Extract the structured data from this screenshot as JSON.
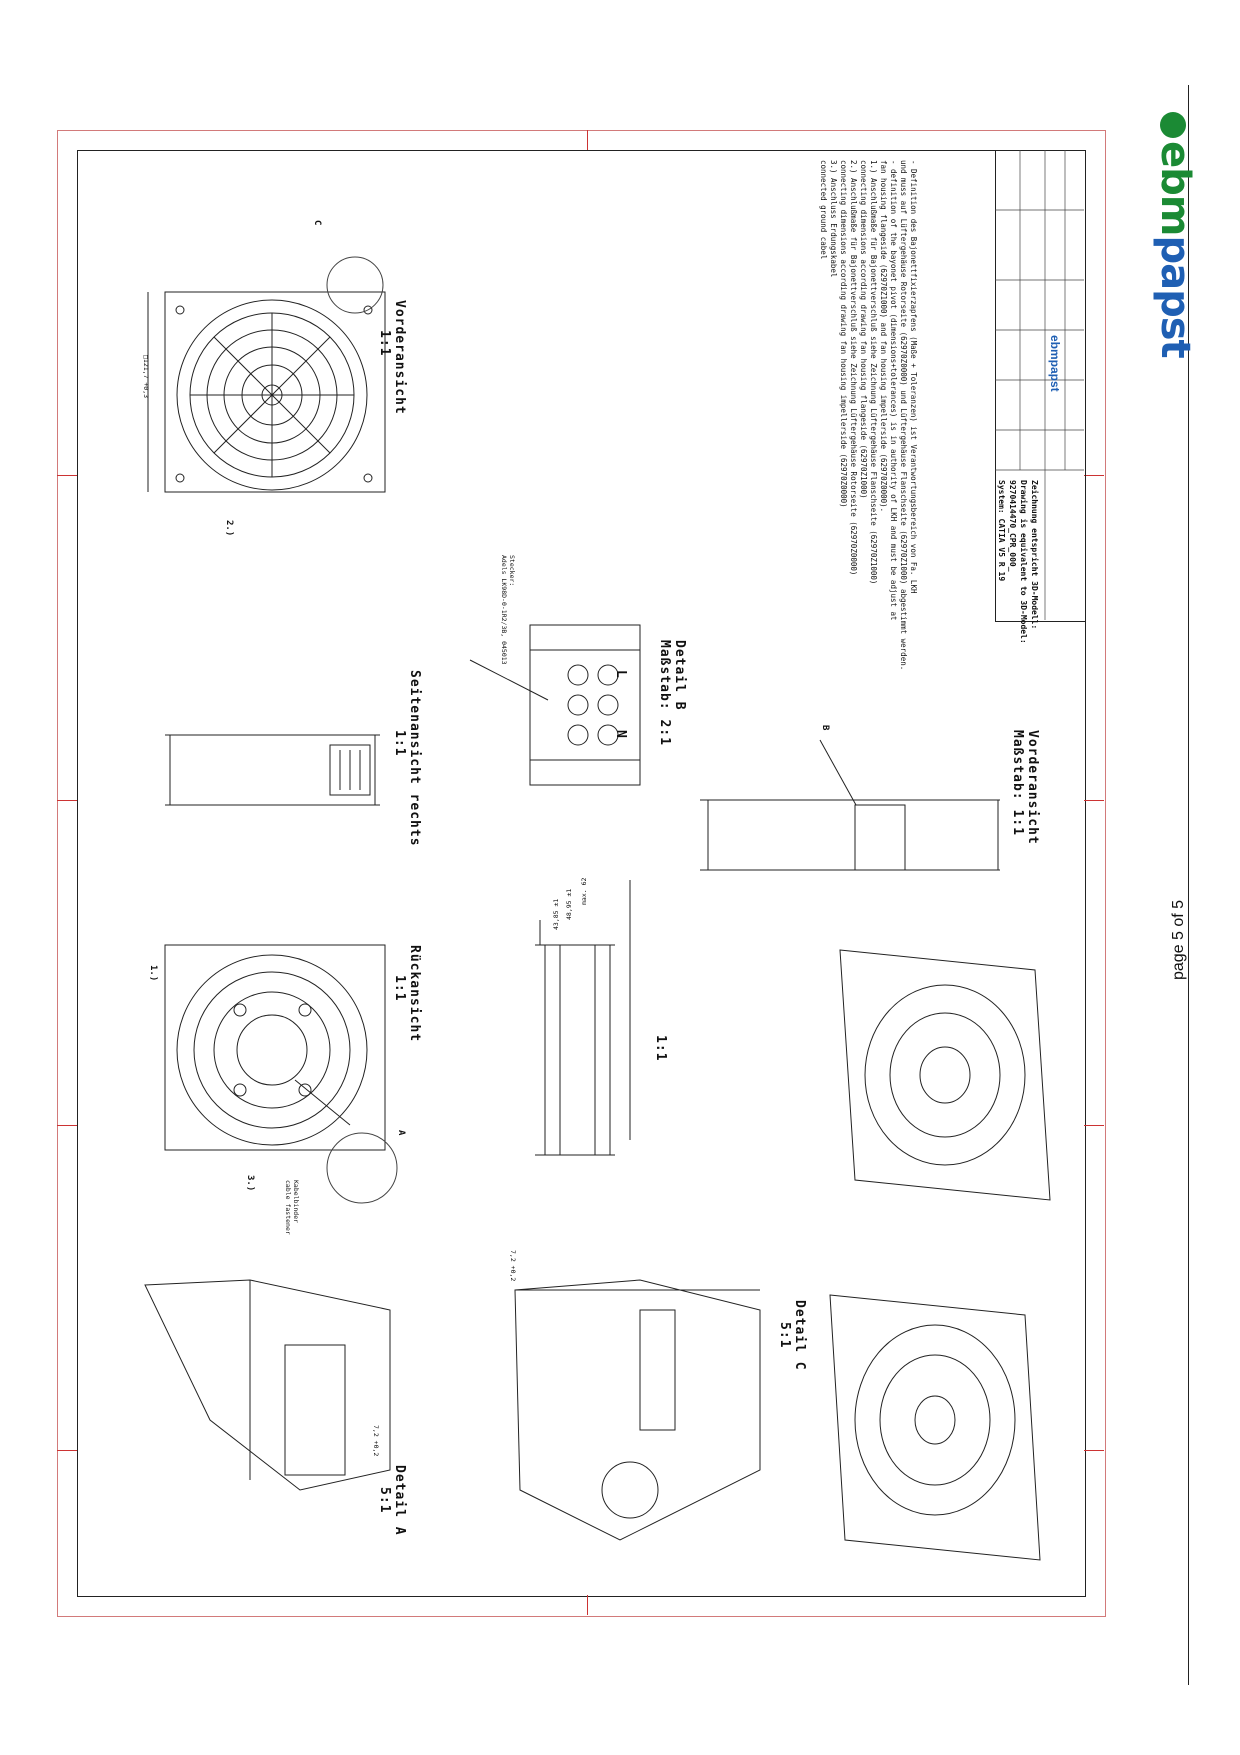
{
  "brand": {
    "logo_text_1": "ebm",
    "logo_text_2": "papst",
    "primary": "#1f5fb3",
    "accent": "#1b8a34"
  },
  "page": {
    "page_label": "page 5 of 5"
  },
  "views": {
    "front_view": "Vorderansicht",
    "front_scale": "1:1",
    "side_view": "Seitenansicht rechts",
    "side_scale": "1:1",
    "rear_view": "Rückansicht",
    "rear_scale": "1:1",
    "section_scale": "1:1",
    "front_view2": "Vorderansicht",
    "front_scale2": "Maßstab: 1:1",
    "detail_a": "Detail A",
    "detail_a_scale": "5:1",
    "detail_b": "Detail B",
    "detail_b_scale": "Maßstab: 2:1",
    "detail_c": "Detail C",
    "detail_c_scale": "5:1"
  },
  "callouts": {
    "c": "C",
    "a": "A",
    "b": "B",
    "n2": "2.)",
    "n1": "1.)",
    "n3": "3.)",
    "cable_binder_1": "Kabelbinder",
    "cable_binder_2": "cable fastener",
    "plug_1": "Stecker:",
    "plug_2": "Adels LK98D-0-1R2/3B, 045013",
    "terminal_l": "L",
    "terminal_n": "N"
  },
  "dimensions": {
    "d1": "□121,7 +0,3",
    "d2": "max. 62",
    "d3": "48,95 ±1",
    "d4": "43,85 ±1",
    "d5": "7,2 +0,2",
    "d6": "7,2 +0,2"
  },
  "notes": [
    "- Definition des Bajonettfixierzapfens (Maße + Toleranzen) ist Verantwortungsbereich von Fa. LKH",
    "  und muss auf Lüftergehäuse Rotorseite (62970Z0000) und Lüftergehäuse Flanschseite (62970Z1000) abgestimmt werden.",
    "- definition of the bayonet pivot (dimensions+tolerances) is in authority of LKH and must be adjust at",
    "  fan housing flangeside (62970Z1000) and fan housing impellerside (62970Z0000).",
    "",
    "1.) Anschlußmaße für Bajonettverschluß siehe Zeichnung Lüftergehäuse Flanschseite (62970Z1000)",
    "    connecting dimensions according drawing fan housing flangeside (62970Z1000)",
    "2.) Anschlußmaße für Bajonettverschluß siehe Zeichnung Lüftergehäuse Rotorseite (62970Z0000)",
    "    connecting dimensions according drawing fan housing impellerside (62970Z0000)",
    "3.) Anschluss Erdungskabel",
    "    connected ground cabel"
  ],
  "title_block": {
    "line1": "Zeichnung entspricht 3D-Modell:",
    "line2": "Drawing is equivalent to 3D-Model:",
    "line3": "9270414470_CPR_000_",
    "line4": "System: CATIA V5 R 19",
    "logo": "ebmpapst"
  }
}
